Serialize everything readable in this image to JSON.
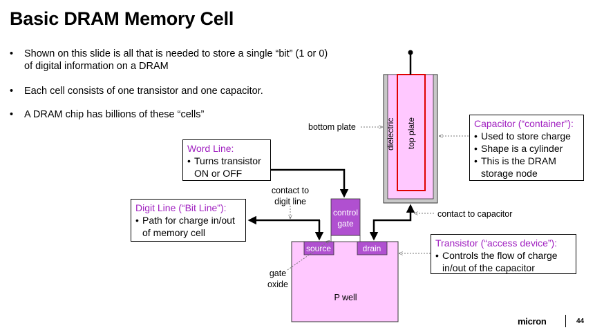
{
  "title": "Basic DRAM Memory Cell",
  "bullets": [
    {
      "dot": "•",
      "text": "Shown on this slide is all that is needed to store a single “bit” (1 or 0) of digital information on a DRAM"
    },
    {
      "dot": "•",
      "text": "Each cell consists of one transistor and one capacitor."
    },
    {
      "dot": "•",
      "text": "A DRAM chip has billions of these “cells”"
    }
  ],
  "diagram": {
    "labels": {
      "dielectric": "dielectric",
      "top_plate": "top plate",
      "bottom_plate": "bottom plate",
      "contact_to_capacitor": "contact to capacitor",
      "contact_to_digit_line_1": "contact to",
      "contact_to_digit_line_2": "digit line",
      "control_gate_1": "control",
      "control_gate_2": "gate",
      "source": "source",
      "drain": "drain",
      "gate_oxide_1": "gate",
      "gate_oxide_2": "oxide",
      "p_well": "P well"
    },
    "callouts": {
      "capacitor": {
        "heading": "Capacitor (“container”):",
        "items": [
          "Used to store charge",
          "Shape is a cylinder",
          "This is the DRAM storage node"
        ]
      },
      "word_line": {
        "heading": "Word Line:",
        "items": [
          "Turns transistor ON or OFF"
        ]
      },
      "digit_line": {
        "heading": "Digit Line (“Bit Line”):",
        "items": [
          "Path for charge in/out of memory cell"
        ]
      },
      "transistor": {
        "heading": "Transistor (“access device”):",
        "items": [
          "Controls the flow of charge in/out of the capacitor"
        ]
      }
    },
    "bullet_char": "•",
    "colors": {
      "magenta_fill": "#ffc8ff",
      "purple_box": "#a040c0",
      "heading_text": "#a020c0",
      "top_plate_border": "#e00000",
      "dielectric_gray": "#c8c8c8"
    }
  },
  "footer": {
    "logo": "micron",
    "page": "44"
  }
}
